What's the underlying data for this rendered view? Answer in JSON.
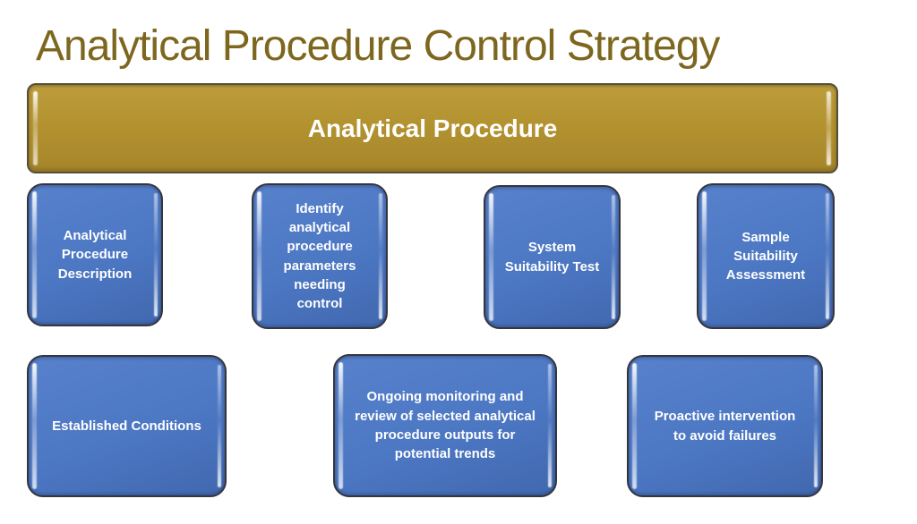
{
  "slide": {
    "title": "Analytical Procedure Control Strategy",
    "banner": {
      "label": "Analytical Procedure"
    },
    "rows": [
      {
        "boxes": [
          {
            "label": "Analytical Procedure Description"
          },
          {
            "label": "Identify analytical procedure parameters needing control"
          },
          {
            "label": "System Suitability Test"
          },
          {
            "label": "Sample Suitability Assessment"
          }
        ]
      },
      {
        "boxes": [
          {
            "label": "Established Conditions"
          },
          {
            "label": "Ongoing monitoring and review of selected analytical procedure outputs for potential trends"
          },
          {
            "label": "Proactive intervention to avoid failures"
          }
        ]
      }
    ],
    "colors": {
      "title_text": "#7D671F",
      "banner_fill": "#B3922F",
      "banner_border": "#55503C",
      "node_fill": "#4C77C3",
      "node_border": "#35353D",
      "node_text": "#FFFFFF"
    }
  }
}
